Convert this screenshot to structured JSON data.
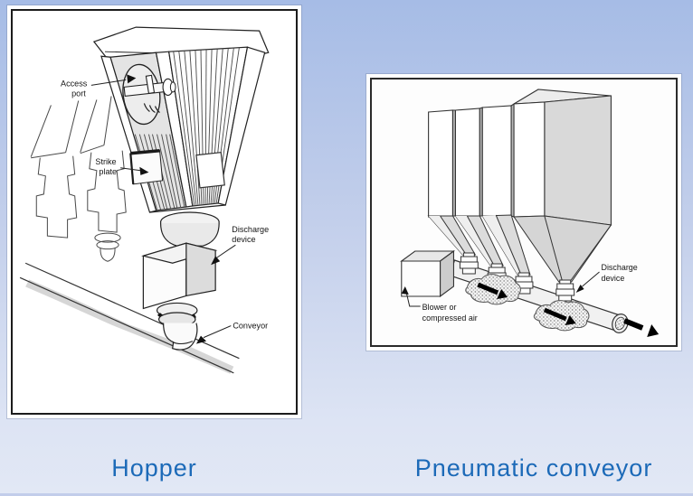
{
  "slide": {
    "background_top_color": "#a6bce6",
    "background_bottom_color": "#e2e8f5",
    "caption_color": "#1c6ab8"
  },
  "figures": {
    "hopper": {
      "caption": "Hopper",
      "labels": {
        "access_port": [
          "Access",
          "port"
        ],
        "strike_plate": [
          "Strike",
          "plate"
        ],
        "discharge_device": [
          "Discharge",
          "device"
        ],
        "conveyor": [
          "Conveyor"
        ]
      }
    },
    "pneumatic_conveyor": {
      "caption": "Pneumatic conveyor",
      "labels": {
        "blower": [
          "Blower or",
          "compressed air"
        ],
        "discharge_device": [
          "Discharge",
          "device"
        ]
      }
    }
  }
}
